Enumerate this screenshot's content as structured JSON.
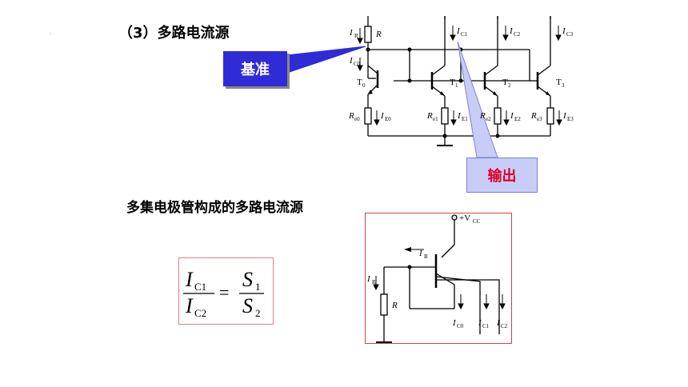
{
  "slide": {
    "heading": "（3）多路电流源",
    "subheading": "多集电极管构成的多路电流源",
    "callout_base": "基准",
    "callout_output": "输出"
  },
  "circuit_top": {
    "labels": {
      "ir": "I",
      "ir_sub": "R",
      "r": "R",
      "ic0": "I",
      "ic0_sub": "C0",
      "ic1": "I",
      "ic1_sub": "C1",
      "ic2": "I",
      "ic2_sub": "C2",
      "ic3": "I",
      "ic3_sub": "C3",
      "t0": "T",
      "t0_sub": "0",
      "t1": "T",
      "t1_sub": "1",
      "t2": "T",
      "t2_sub": "2",
      "t3": "T",
      "t3_sub": "3",
      "re0": "R",
      "re0_sub": "e0",
      "re1": "R",
      "re1_sub": "e1",
      "re2": "R",
      "re2_sub": "e2",
      "re3": "R",
      "re3_sub": "e3",
      "ie0": "I",
      "ie0_sub": "E0",
      "ie1": "I",
      "ie1_sub": "E1",
      "ie2": "I",
      "ie2_sub": "E2",
      "ie3": "I",
      "ie3_sub": "E3"
    }
  },
  "circuit_multi": {
    "labels": {
      "vcc": "+V",
      "vcc_sub": "CC",
      "ib": "I",
      "ib_sub": "B",
      "ir": "I",
      "ir_sub": "R",
      "r": "R",
      "ic0": "I",
      "ic0_sub": "C0",
      "ic1": "I",
      "ic1_sub": "C1",
      "ic2": "I",
      "ic2_sub": "C2"
    }
  },
  "formula": {
    "num_left": "I",
    "num_left_sub": "C1",
    "den_left": "I",
    "den_left_sub": "C2",
    "equals": "=",
    "num_right": "S",
    "num_right_sub": "1",
    "den_right": "S",
    "den_right_sub": "2"
  }
}
